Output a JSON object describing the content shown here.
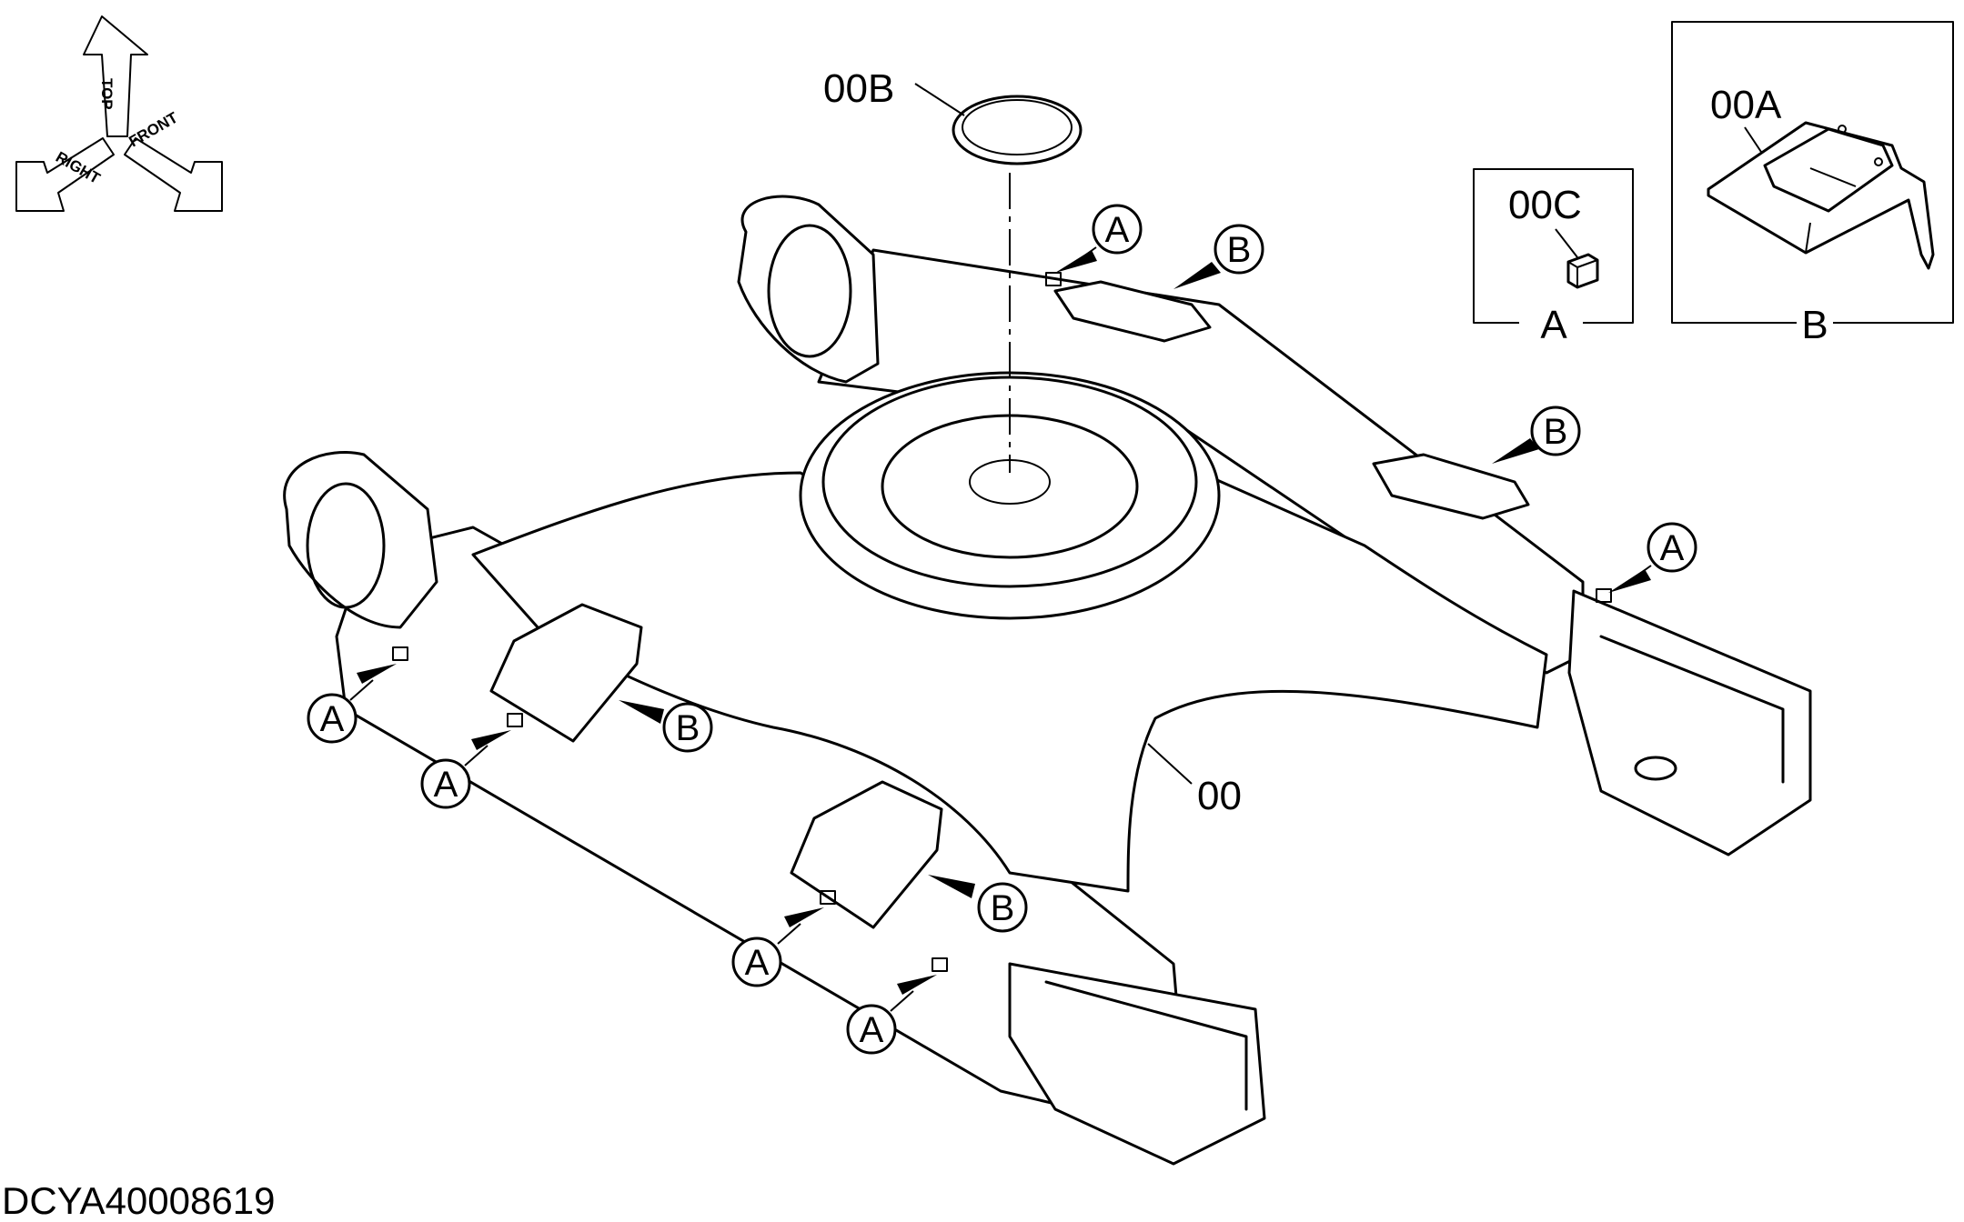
{
  "orientation": {
    "top": "TOP",
    "right": "RIGHT",
    "front": "FRONT"
  },
  "parts": {
    "main_frame": "00",
    "guard": "00A",
    "seal_ring": "00B",
    "block": "00C"
  },
  "detail_views": {
    "a": {
      "part": "00C",
      "caption": "A"
    },
    "b": {
      "part": "00A",
      "caption": "B"
    }
  },
  "callouts": {
    "a": "A",
    "b": "B"
  },
  "drawing_code": "DCYA40008619"
}
